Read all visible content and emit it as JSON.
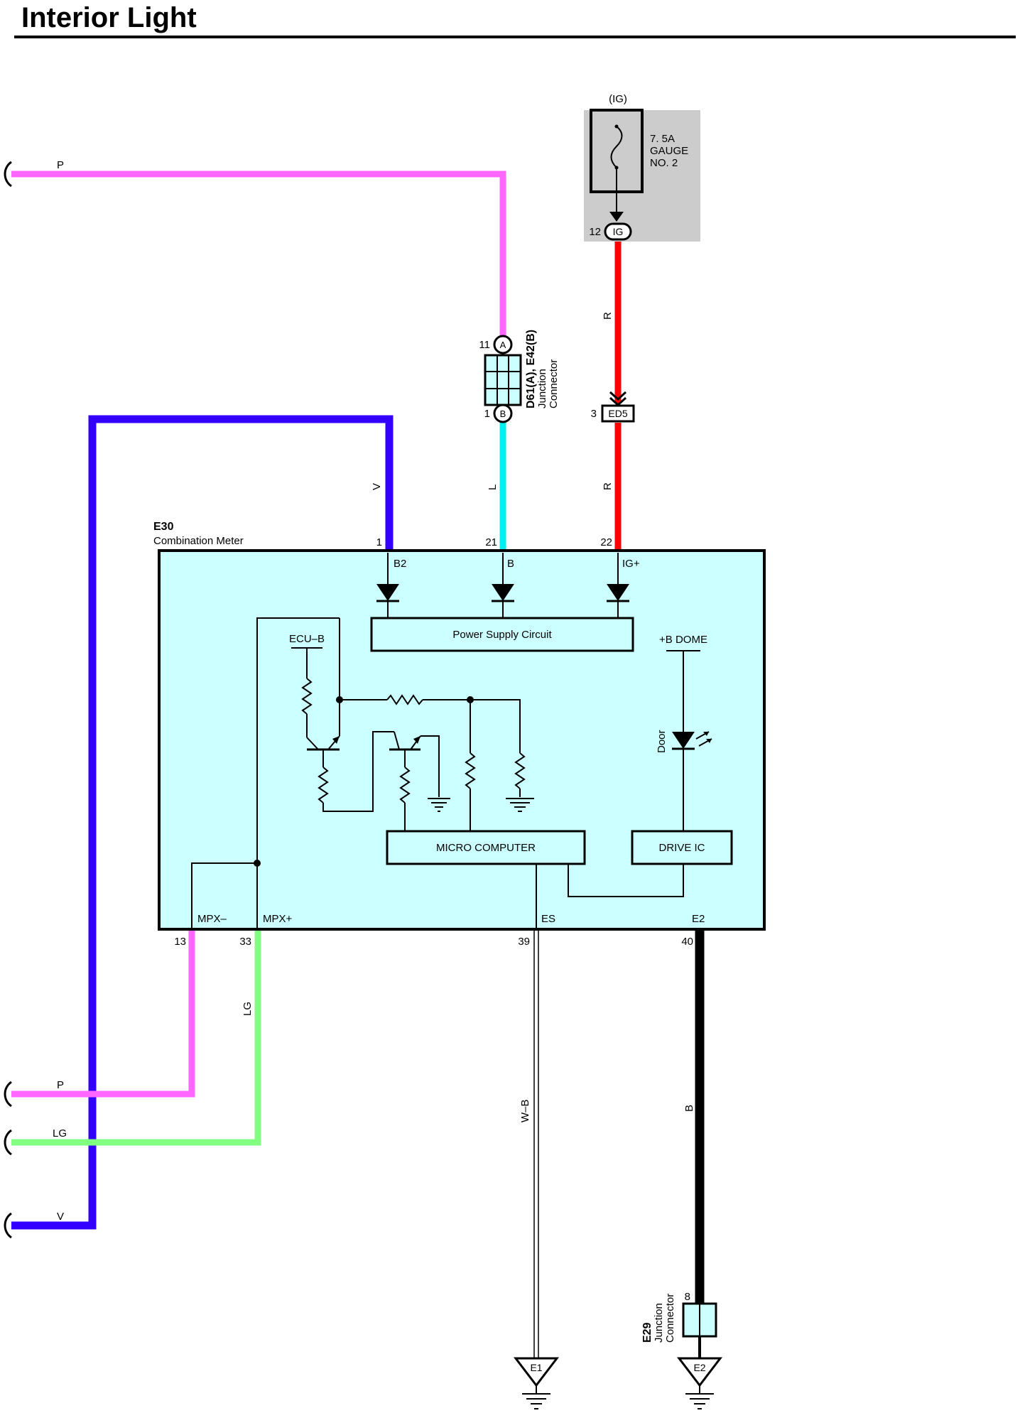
{
  "title": "Interior Light",
  "colors": {
    "pink": "#ff66ff",
    "violet": "#3300ff",
    "light_blue": "#00f0f0",
    "red": "#ff0000",
    "light_green": "#80ff80",
    "black": "#000000",
    "box_fill": "#ccffff",
    "fuse_bg": "#cccccc"
  },
  "fuse": {
    "source": "(IG)",
    "rating": "7. 5A",
    "name_line1": "GAUGE",
    "name_line2": "NO. 2",
    "pin": "12",
    "connector": "IG"
  },
  "junction_connector": {
    "code": "D61(A), E42(B)",
    "line1": "Junction",
    "line2": "Connector",
    "pin_top": "11",
    "pin_top_letter": "A",
    "pin_bottom": "1",
    "pin_bottom_letter": "B"
  },
  "inline_connector": {
    "pin": "3",
    "code": "ED5"
  },
  "wire_labels": {
    "p_top": "P",
    "r_upper": "R",
    "r_lower": "R",
    "v": "V",
    "l": "L",
    "lg": "LG",
    "w_b": "W–B",
    "b": "B",
    "p_left": "P",
    "lg_left": "LG",
    "v_left": "V"
  },
  "meter": {
    "code": "E30",
    "name": "Combination Meter",
    "pins": {
      "b2_num": "1",
      "b2": "B2",
      "b_num": "21",
      "b": "B",
      "ig_num": "22",
      "ig": "IG+",
      "mpx_minus_num": "13",
      "mpx_minus": "MPX–",
      "mpx_plus_num": "33",
      "mpx_plus": "MPX+",
      "es_num": "39",
      "es": "ES",
      "e2_num": "40",
      "e2": "E2"
    },
    "power_supply": "Power Supply Circuit",
    "ecu_b": "ECU–B",
    "b_dome": "+B DOME",
    "door": "Door",
    "micro_computer": "MICRO COMPUTER",
    "drive_ic": "DRIVE IC"
  },
  "ground_connector": {
    "code": "E29",
    "line1": "Junction",
    "line2": "Connector",
    "pin": "8"
  },
  "grounds": {
    "e1": "E1",
    "e2": "E2"
  }
}
